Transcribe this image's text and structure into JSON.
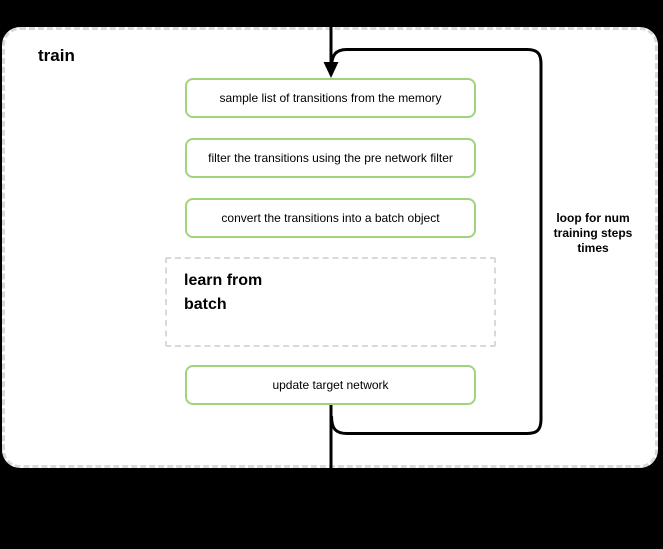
{
  "canvas": {
    "background": "#000000",
    "surface": "#ffffff"
  },
  "diagram": {
    "group_title": "train",
    "nodes": {
      "steps": [
        "sample list of transitions from the memory",
        "filter the transitions using the pre network filter",
        "convert the transitions into a batch object"
      ],
      "subprocess": "learn from batch",
      "final_step": "update target network"
    },
    "loop_annotation": "loop for num training steps times",
    "colors": {
      "node_border_green": "#a0d47c",
      "dashed_border_gray": "#d9d9d9",
      "connector_black": "#000000"
    }
  }
}
